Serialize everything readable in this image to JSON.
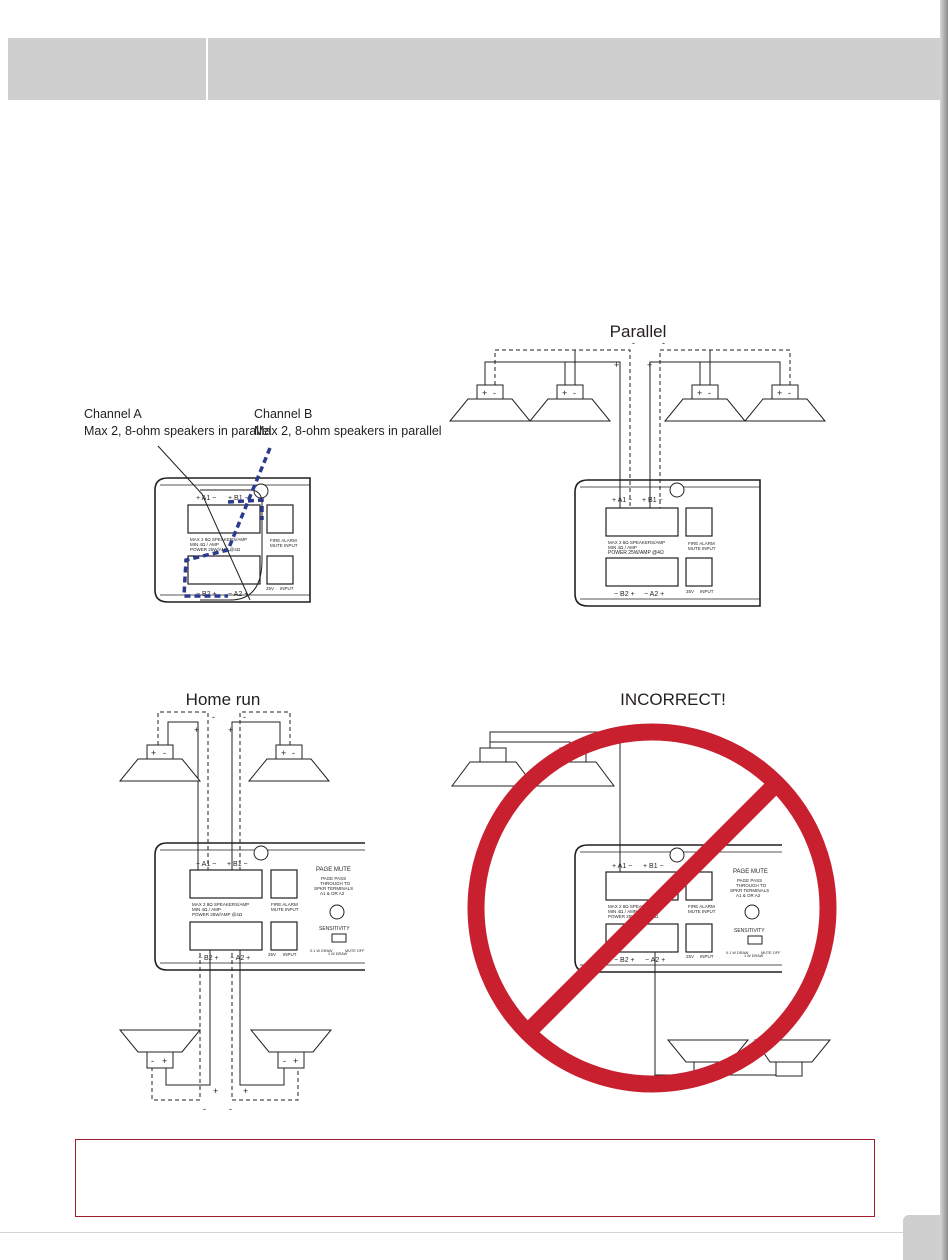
{
  "header": {
    "left_cell": "",
    "right_cell": ""
  },
  "captions": {
    "parallel": "Parallel",
    "home_run": "Home run",
    "incorrect": "INCORRECT!"
  },
  "channels": {
    "a": {
      "title": "Channel A",
      "desc": "Max 2, 8-ohm speakers in parallel"
    },
    "b": {
      "title": "Channel B",
      "desc": "Max 2, 8-ohm speakers in parallel"
    }
  },
  "panel": {
    "a1": "+ A1 −",
    "b1": "+ B1 −",
    "b2": "− B2 +",
    "a2": "− A2 +",
    "max_line1": "MAX 2 8Ω SPEAKERS/AMP",
    "max_line2": "MIN 4Ω / AMP",
    "max_line3": "POWER 25W/AMP @4Ω",
    "fire1": "FIRE ALARM",
    "fire2": "MUTE INPUT",
    "v25": "25V",
    "input": "INPUT",
    "page_mute": "PAGE MUTE",
    "page_pass1": "PAGE PASS",
    "page_pass2": "THROUGH TO",
    "page_pass3": "SPKR TERMINALS",
    "page_pass4": "A1 & OR A2",
    "sensitivity": "SENSITIVITY",
    "sw1": "0.1 W DRAW",
    "sw2": "1 W DRAW",
    "sw3": "MUTE OFF"
  },
  "polarity": {
    "plus": "+",
    "minus": "-"
  },
  "warning_box": {
    "text": ""
  },
  "page_number": "",
  "colors": {
    "header_gray": "#cfcfd0",
    "prohibition_red": "#c8202f",
    "warning_border": "#a01e2a",
    "channel_b_dash": "#2b3a8c"
  }
}
